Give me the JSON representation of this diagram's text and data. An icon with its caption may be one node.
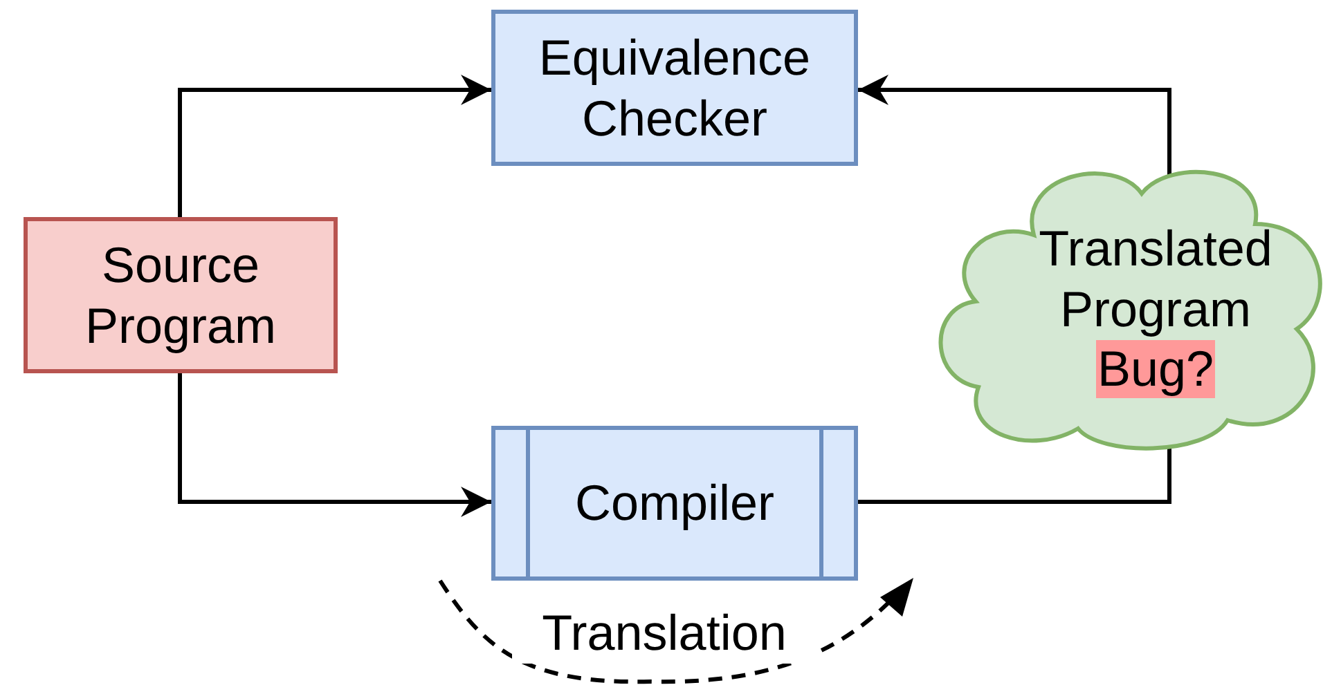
{
  "diagram": {
    "nodes": [
      {
        "text": [
          "Source Program"
        ]
      },
      {
        "text": [
          "Equivalence Checker"
        ]
      },
      {
        "text": [
          "Translated Program",
          "Bug?"
        ]
      },
      {
        "text": [
          "Compiler"
        ]
      }
    ],
    "edges": [
      {
        "from": 0,
        "to": 1,
        "arrow": "to"
      },
      {
        "from": 0,
        "to": 3,
        "arrow": "to"
      },
      {
        "from": 3,
        "to": 2,
        "arrow": "none"
      },
      {
        "from": 2,
        "to": 1,
        "arrow": "to"
      }
    ],
    "labels": [
      "Translation"
    ]
  }
}
